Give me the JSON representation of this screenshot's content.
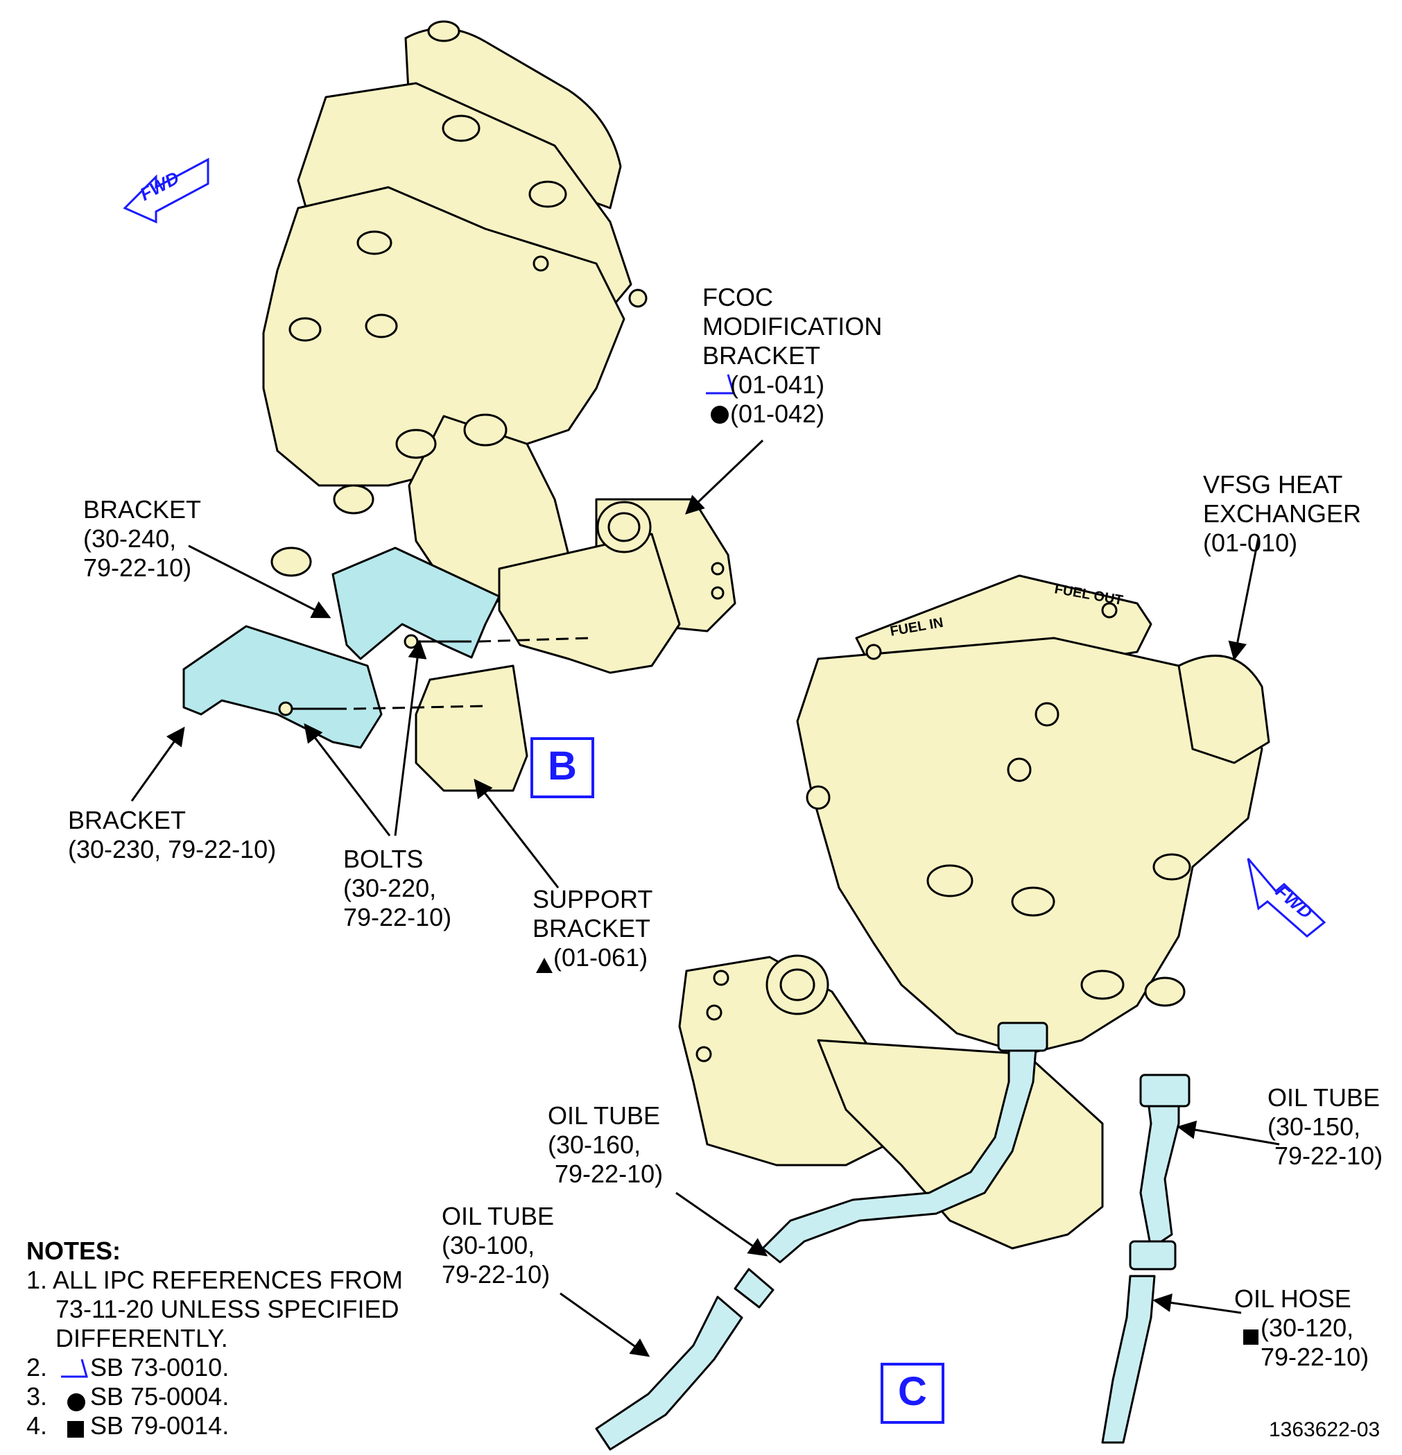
{
  "colors": {
    "component_fill": "#f7f3c4",
    "bracket_fill": "#b6e8ec",
    "tube_fill": "#c9eef2",
    "callout_blue": "#1a1aff",
    "line": "#000000"
  },
  "fwd_arrows": [
    {
      "label": "FWD"
    },
    {
      "label": "FWD"
    }
  ],
  "callouts": {
    "fcoc_bracket": {
      "lines": [
        "FCOC",
        "MODIFICATION",
        "BRACKET"
      ],
      "ref1_symbol": "sb-73-0010-flag-icon",
      "ref1": "(01-041)",
      "ref2_symbol": "filled-circle",
      "ref2": "(01-042)"
    },
    "bracket_240": {
      "lines": [
        "BRACKET",
        "(30-240,",
        "79-22-10)"
      ]
    },
    "bracket_230": {
      "lines": [
        "BRACKET",
        "(30-230, 79-22-10)"
      ]
    },
    "bolts": {
      "lines": [
        "BOLTS",
        "(30-220,",
        "79-22-10)"
      ]
    },
    "support_bracket": {
      "lines": [
        "SUPPORT",
        "BRACKET"
      ],
      "ref_symbol": "filled-triangle",
      "ref": "(01-061)"
    },
    "vfsg_heat_exchanger": {
      "lines": [
        "VFSG HEAT",
        "EXCHANGER",
        "(01-010)"
      ]
    },
    "oil_tube_160": {
      "lines": [
        "OIL TUBE",
        "(30-160,",
        "79-22-10)"
      ]
    },
    "oil_tube_100": {
      "lines": [
        "OIL TUBE",
        "(30-100,",
        "79-22-10)"
      ]
    },
    "oil_tube_150": {
      "lines": [
        "OIL TUBE",
        "(30-150,",
        "79-22-10)"
      ]
    },
    "oil_hose": {
      "lines": [
        "OIL HOSE",
        "(30-120,",
        "79-22-10)"
      ],
      "ref_symbol": "filled-square"
    }
  },
  "component_markings": {
    "fuel_in": "FUEL IN",
    "fuel_out": "FUEL OUT"
  },
  "views": {
    "b": "B",
    "c": "C"
  },
  "notes": {
    "title": "NOTES:",
    "items": [
      {
        "num": "1.",
        "lines": [
          "ALL IPC REFERENCES FROM",
          "73-11-20 UNLESS SPECIFIED",
          "DIFFERENTLY."
        ]
      },
      {
        "num": "2.",
        "symbol": "sb-flag-icon",
        "text": "SB 73-0010."
      },
      {
        "num": "3.",
        "symbol": "filled-circle",
        "text": "SB 75-0004."
      },
      {
        "num": "4.",
        "symbol": "filled-square",
        "text": "SB 79-0014."
      }
    ]
  },
  "figure_number": "1363622-03"
}
